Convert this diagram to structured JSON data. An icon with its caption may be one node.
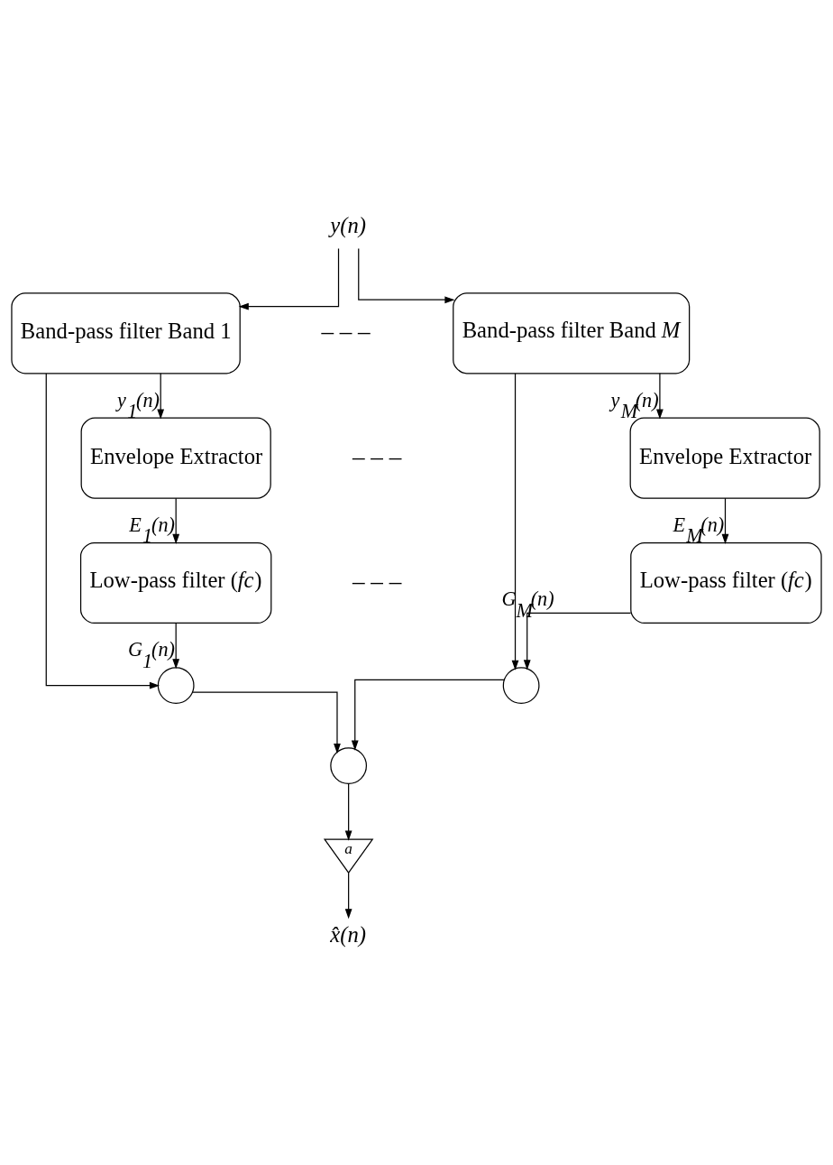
{
  "diagram": {
    "nodes": [
      {
        "text": [
          "y(n)"
        ]
      },
      {
        "text": [
          "Band-pass filter Band 1"
        ]
      },
      {
        "text": [
          "Band-pass filter Band *M*"
        ]
      },
      {
        "text": [
          "Envelope Extractor"
        ]
      },
      {
        "text": [
          "Envelope Extractor"
        ]
      },
      {
        "text": [
          "Low-pass filter (*fc*)"
        ]
      },
      {
        "text": [
          "Low-pass filter (*fc*)"
        ]
      },
      {
        "text": [],
        "shape": "circle"
      },
      {
        "text": [],
        "shape": "circle"
      },
      {
        "text": [],
        "shape": "circle"
      },
      {
        "text": [
          "a"
        ]
      },
      {
        "text": [
          "x̂(n)"
        ]
      }
    ],
    "edges": [
      {
        "from": 0,
        "to": 1,
        "arrow": "to"
      },
      {
        "from": 0,
        "to": 2,
        "arrow": "to"
      },
      {
        "from": 1,
        "to": 3,
        "arrow": "to",
        "label": "y$_{1}$(n)"
      },
      {
        "from": 1,
        "to": 7,
        "arrow": "to"
      },
      {
        "from": 2,
        "to": 4,
        "arrow": "to",
        "label": "y$_{M}$(n)"
      },
      {
        "from": 2,
        "to": 8,
        "arrow": "to"
      },
      {
        "from": 3,
        "to": 5,
        "arrow": "to",
        "label": "E$_{1}$(n)"
      },
      {
        "from": 4,
        "to": 6,
        "arrow": "to",
        "label": "E$_{M}$(n)"
      },
      {
        "from": 5,
        "to": 7,
        "arrow": "to",
        "label": "G$_{1}$(n)"
      },
      {
        "from": 6,
        "to": 8,
        "arrow": "to",
        "label": "G$_{M}$(n)"
      },
      {
        "from": 7,
        "to": 9,
        "arrow": "to"
      },
      {
        "from": 8,
        "to": 9,
        "arrow": "to"
      },
      {
        "from": 9,
        "to": 10,
        "arrow": "to"
      },
      {
        "from": 10,
        "to": 11,
        "arrow": "to"
      }
    ],
    "labels": [
      "– – –",
      "– – –",
      "– – –"
    ]
  }
}
